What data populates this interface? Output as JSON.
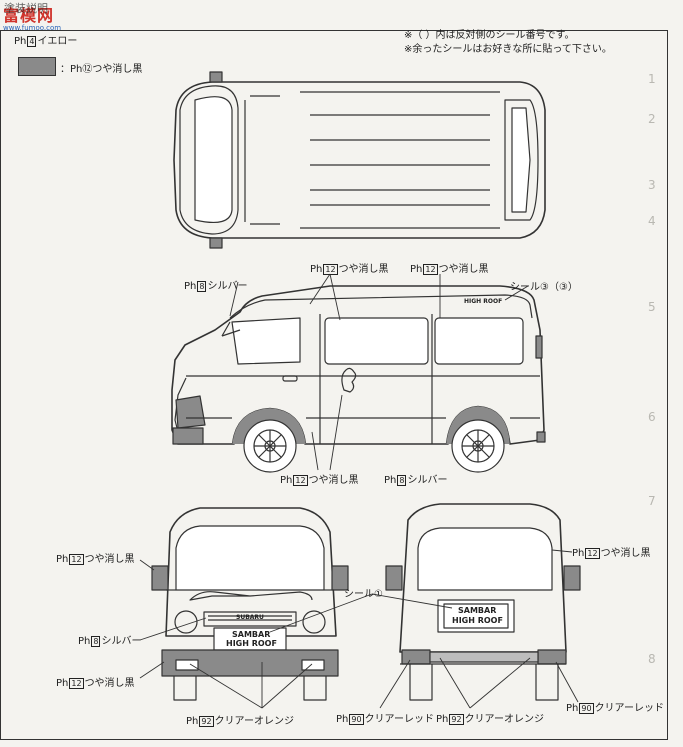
{
  "header": {
    "title_fragment": "塗装説明",
    "legend_yellow_code": "4",
    "legend_yellow_label": "イエロー",
    "legend_black_code": "12",
    "legend_black_label": "：Ph⑫つや消し黒",
    "note_1": "※（ ）内は反対側のシール番号です。",
    "note_2": "※余ったシールはお好きな所に貼って下さい。"
  },
  "watermark": {
    "brand": "富模网",
    "url": "www.fumoo.com"
  },
  "ph_prefix": "Ph",
  "callouts": {
    "silver_code": "8",
    "silver_label": "シルバー",
    "black_code": "12",
    "black_label": "つや消し黒",
    "clear_red_code": "90",
    "clear_red_label": "クリアーレッド",
    "clear_orange_code": "92",
    "clear_orange_label": "クリアーオレンジ",
    "seal_3": "シール③（③）",
    "seal_1": "シール①"
  },
  "vehicle_text": {
    "high_roof_side": "HIGH ROOF",
    "subaru": "SUBARU",
    "plate_line1": "SAMBAR",
    "plate_line2": "HIGH ROOF"
  },
  "step_numbers": [
    "1",
    "2",
    "3",
    "4",
    "5",
    "6",
    "7",
    "8"
  ],
  "colors": {
    "paint_gray": "#8a8a8a",
    "line": "#333333",
    "paper": "#f4f3ef",
    "watermark_red": "#d0342c",
    "watermark_blue": "#2a64b8"
  }
}
